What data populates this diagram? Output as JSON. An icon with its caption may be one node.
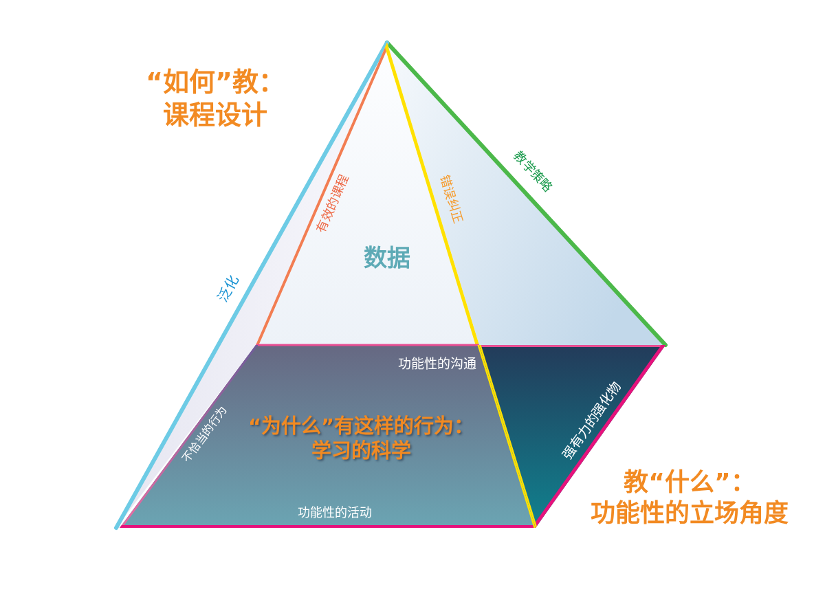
{
  "diagram": {
    "nodes": [
      {
        "text": [
          "数据"
        ]
      },
      {
        "text": [
          "功能性的沟通",
          "不恰当的行为",
          "“为什么”有这样的行为：学习的科学",
          "功能性的活动"
        ]
      },
      {
        "text": [
          "强有力的强化物"
        ]
      }
    ],
    "labels": [
      "“如何”教：课程设计",
      "泛化",
      "有效的课程",
      "错误纠正",
      "教学策略",
      "教“什么”：功能性的立场角度"
    ]
  }
}
